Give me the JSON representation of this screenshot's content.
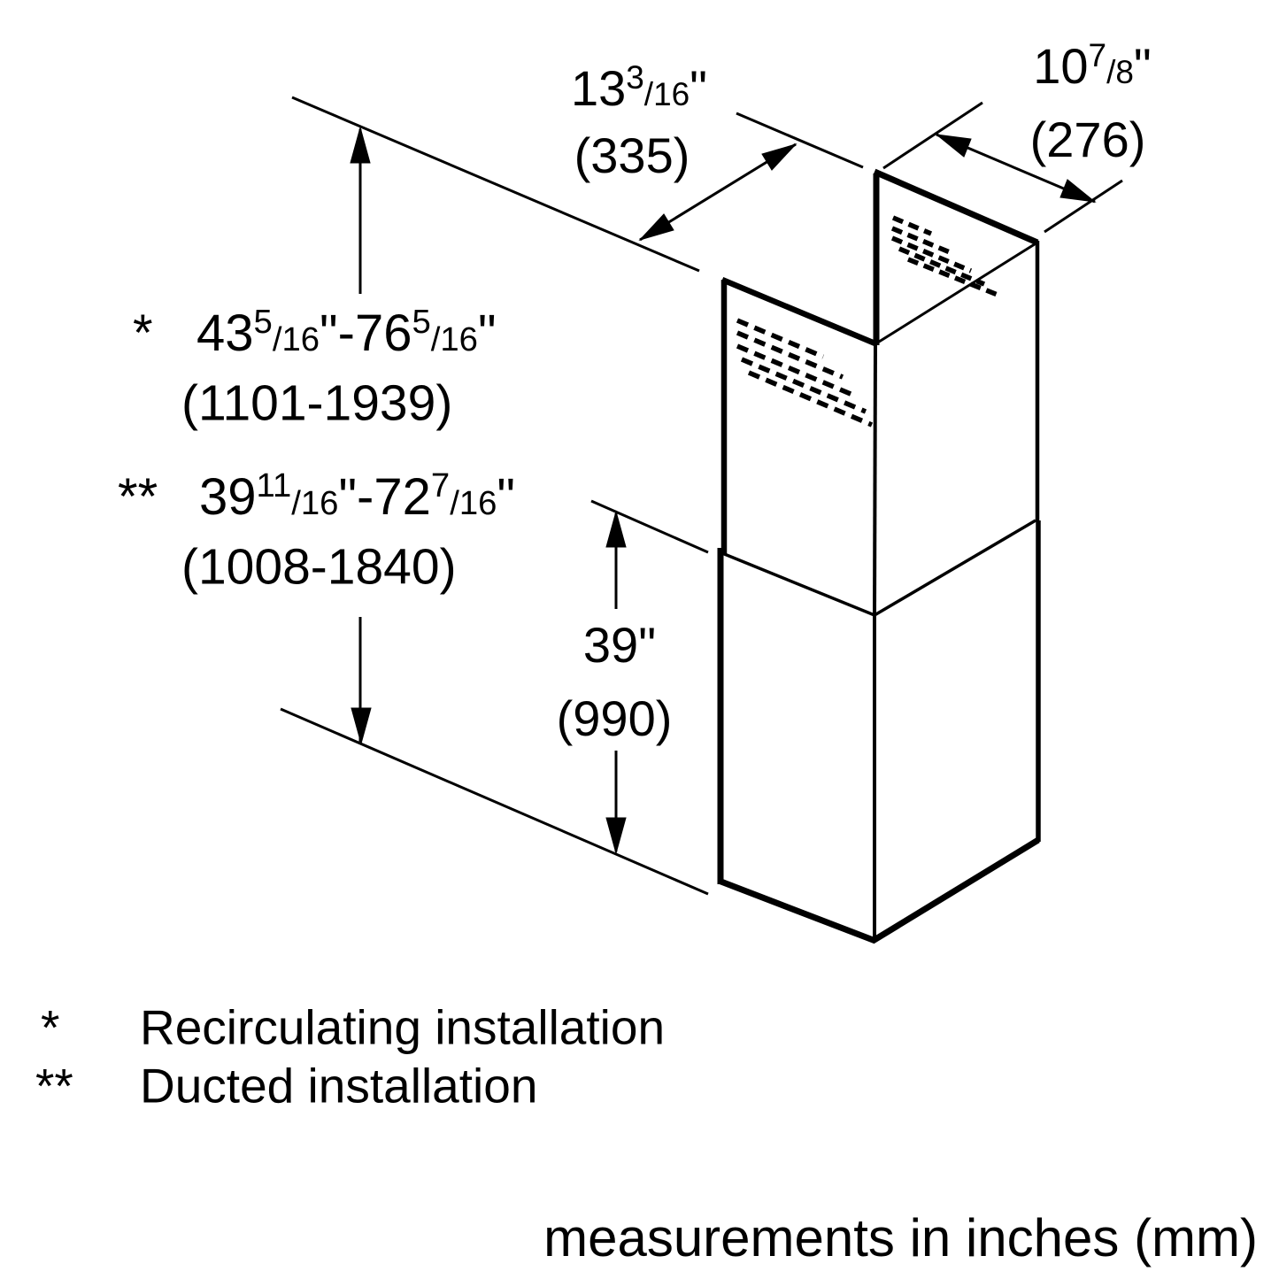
{
  "figure": {
    "title_semantic": "chimney-extension-installation-diagram",
    "colors": {
      "ink": "#000000",
      "background": "#ffffff"
    },
    "dim_width_left": {
      "whole": "13",
      "num": "3",
      "den": "/16",
      "quote": "\"",
      "mm": "(335)"
    },
    "dim_width_right": {
      "whole": "10",
      "num": "7",
      "den": "/8",
      "quote": "\"",
      "mm": "(276)"
    },
    "range_recirculating": {
      "marker": "*",
      "a": "43",
      "a_num": "5",
      "a_den": "/16",
      "a_quote": "\"",
      "sep": "-",
      "b": "76",
      "b_num": "5",
      "b_den": "/16",
      "b_quote": "\"",
      "mm": "(1101-1939)"
    },
    "range_ducted": {
      "marker": "**",
      "a": "39",
      "a_num": "11",
      "a_den": "/16",
      "a_quote": "\"",
      "sep": "-",
      "b": "72",
      "b_num": "7",
      "b_den": "/16",
      "b_quote": "\"",
      "mm": "(1008-1840)"
    },
    "dim_lower_section": {
      "value": "39\"",
      "mm": "(990)"
    },
    "legend": {
      "items": [
        {
          "marker": "*",
          "label": "Recirculating installation"
        },
        {
          "marker": "**",
          "label": "Ducted installation"
        }
      ]
    },
    "footer_note": "measurements in inches (mm)"
  }
}
